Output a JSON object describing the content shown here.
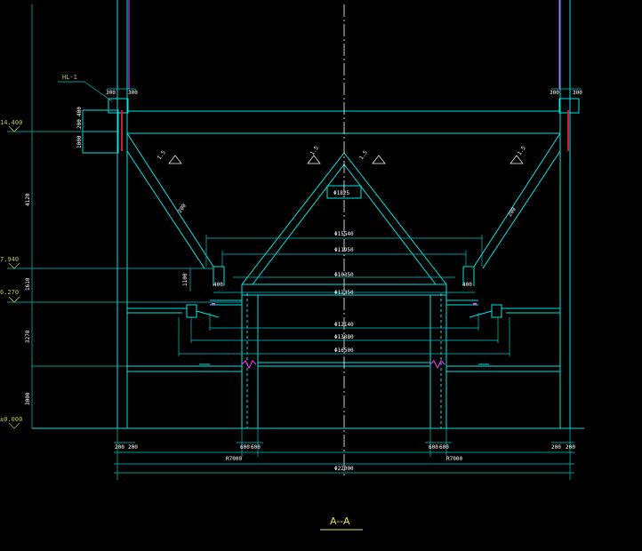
{
  "colors": {
    "background": "#000000",
    "structure": "#00e5e5",
    "dimension": "#00c8c8",
    "annotation": "#c8c040",
    "text": "#ffffff",
    "centerline": "#ffffff",
    "accent_magenta": "#ff3cff",
    "accent_red": "#d02020"
  },
  "section_label": "A--A",
  "tag_label": "HL-1",
  "levels": [
    "14.400",
    "7.940",
    "6.270",
    "±0.000"
  ],
  "left_vertical_dims": [
    "4120",
    "1610",
    "3270",
    "3000"
  ],
  "wall_top_dims": {
    "left_outer": "300",
    "left_inner": "300",
    "right_inner": "300",
    "right_outer": "300"
  },
  "ring_beam_dims": [
    "400",
    "200",
    "1000"
  ],
  "hopper_dims": {
    "left_slope": "200",
    "right_slope": "200",
    "left_drop": "1100",
    "left_outlet": "400",
    "right_outlet": "400",
    "cone_top": "Φ1825"
  },
  "slope_marks": [
    "1.5",
    "1.5",
    "1.5",
    "1.5"
  ],
  "diameters": [
    "Φ15540",
    "Φ11950",
    "Φ10350",
    "Φ12350",
    "Φ12140",
    "Φ13080",
    "Φ16500"
  ],
  "bottom_dims": {
    "wall_left": [
      "200",
      "200"
    ],
    "wall_right": [
      "200",
      "200"
    ],
    "column_left": [
      "600",
      "600"
    ],
    "column_right": [
      "600",
      "600"
    ],
    "radius_left": "R7000",
    "radius_right": "R7000",
    "overall": "Φ22000"
  }
}
